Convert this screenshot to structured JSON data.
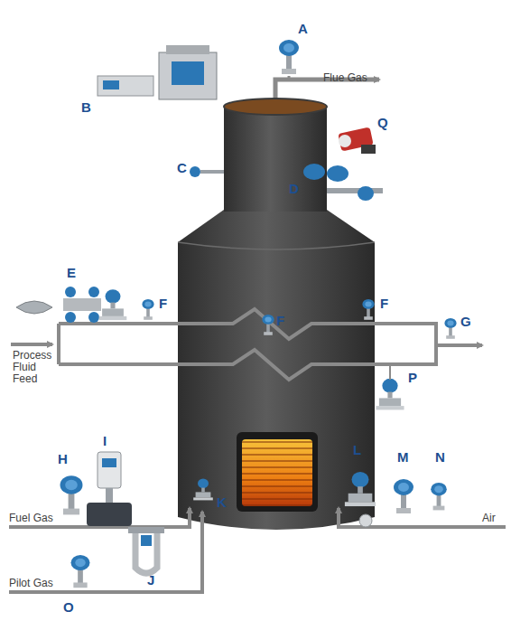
{
  "diagram": {
    "labels": [
      "A",
      "B",
      "C",
      "D",
      "E",
      "F",
      "F",
      "F",
      "G",
      "H",
      "I",
      "J",
      "K",
      "L",
      "M",
      "N",
      "O",
      "P",
      "Q",
      "Flue Gas",
      "Process Fluid Feed",
      "Fuel Gas",
      "Pilot Gas",
      "Air"
    ]
  }
}
